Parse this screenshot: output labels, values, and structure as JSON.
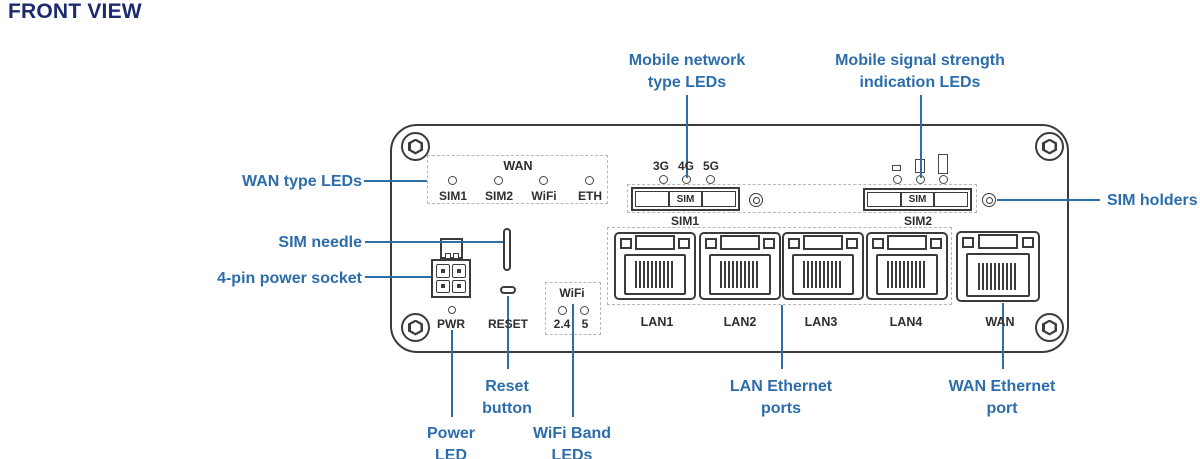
{
  "title": "FRONT VIEW",
  "colors": {
    "title_navy": "#1E2A6E",
    "callout_blue": "#2D6DAB",
    "leader_blue": "#2E6EA9",
    "outline_gray": "#3B3B3B",
    "dashed_gray": "#B8B8B8"
  },
  "callouts": {
    "mobile_network_type": "Mobile network\ntype LEDs",
    "mobile_signal_strength": "Mobile signal strength\nindication LEDs",
    "wan_type_leds": "WAN type LEDs",
    "sim_needle": "SIM needle",
    "power_socket": "4-pin power socket",
    "sim_holders": "SIM holders",
    "reset_button": "Reset\nbutton",
    "power_led": "Power\nLED",
    "wifi_band_leds": "WiFi Band\nLEDs",
    "lan_ethernet_ports": "LAN Ethernet\nports",
    "wan_ethernet_port": "WAN Ethernet\nport"
  },
  "device": {
    "wan_led_group": {
      "title": "WAN",
      "led_labels": [
        "SIM1",
        "SIM2",
        "WiFi",
        "ETH"
      ]
    },
    "network_type_led_labels": [
      "3G",
      "4G",
      "5G"
    ],
    "sim_slot_1": {
      "slot_text": "SIM",
      "label": "SIM1"
    },
    "sim_slot_2": {
      "slot_text": "SIM",
      "label": "SIM2"
    },
    "power_led_label": "PWR",
    "reset_label": "RESET",
    "wifi_led_group": {
      "title": "WiFi",
      "led_labels": [
        "2.4",
        "5"
      ]
    },
    "port_labels": [
      "LAN1",
      "LAN2",
      "LAN3",
      "LAN4",
      "WAN"
    ]
  }
}
